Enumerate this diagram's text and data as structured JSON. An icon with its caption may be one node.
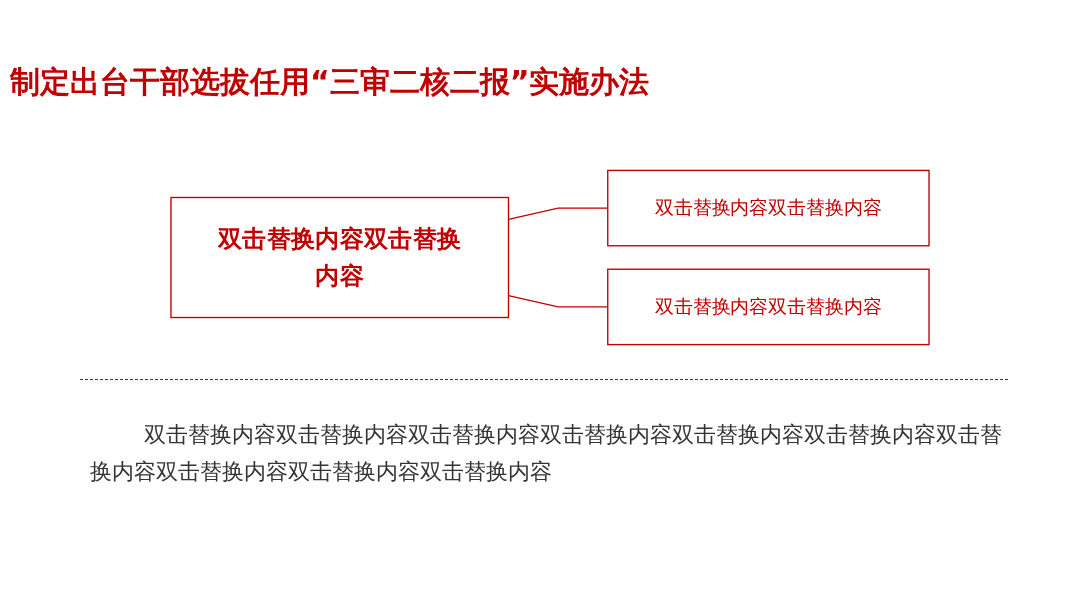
{
  "diagram": {
    "title": "制定出台干部选拔任用“三审二核二报”实施办法",
    "nodes": [
      {
        "text": [
          "双击替换内容双击替换内容"
        ]
      },
      {
        "text": [
          "双击替换内容双击替换内容"
        ]
      },
      {
        "text": [
          "双击替换内容双击替换内容"
        ]
      }
    ],
    "edges": [
      {
        "from": 0,
        "to": 1,
        "arrow": "none"
      },
      {
        "from": 0,
        "to": 2,
        "arrow": "none"
      }
    ],
    "labels": [
      "双击替换内容双击替换内容双击替换内容双击替换内容双击替换内容双击替换内容双击替换内容双击替换内容双击替换内容双击替换内容"
    ]
  }
}
